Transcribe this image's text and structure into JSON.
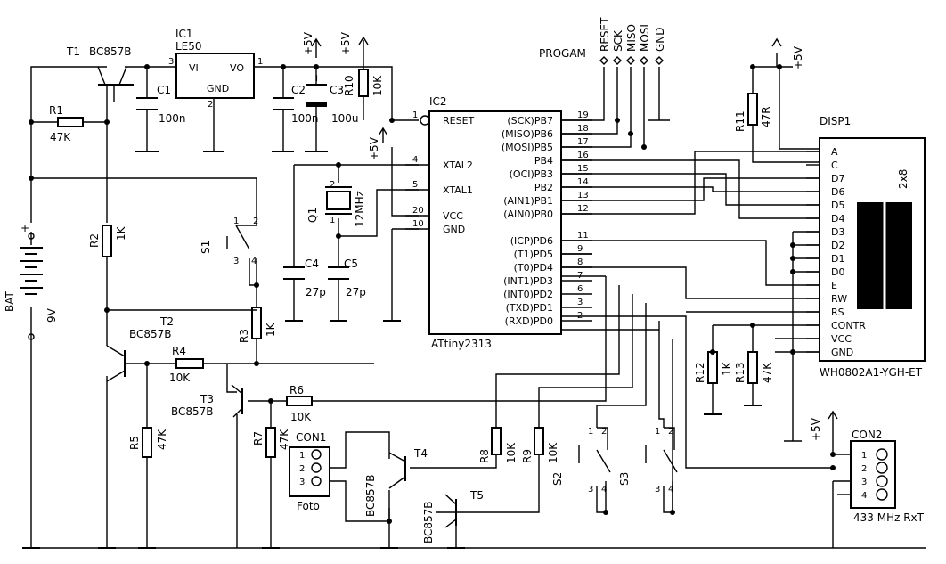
{
  "components": {
    "t1": {
      "ref": "T1",
      "part": "BC857B"
    },
    "ic1": {
      "ref": "IC1",
      "part": "LE50",
      "vi": "VI",
      "vo": "VO",
      "gnd": "GND",
      "p1": "1",
      "p2": "2",
      "p3": "3"
    },
    "c1": {
      "ref": "C1",
      "value": "100n"
    },
    "c2": {
      "ref": "C2",
      "value": "100n"
    },
    "c3": {
      "ref": "C3",
      "value": "100u",
      "plus": "+"
    },
    "r10": {
      "ref": "R10",
      "value": "10K"
    },
    "r1": {
      "ref": "R1",
      "value": "47K"
    },
    "r2": {
      "ref": "R2",
      "value": "1K"
    },
    "r3": {
      "ref": "R3",
      "value": "1K"
    },
    "r4": {
      "ref": "R4",
      "value": "10K"
    },
    "r5": {
      "ref": "R5",
      "value": "47K"
    },
    "r6": {
      "ref": "R6",
      "value": "10K"
    },
    "r7": {
      "ref": "R7",
      "value": "47K"
    },
    "r8": {
      "ref": "R8",
      "value": "10K"
    },
    "r9": {
      "ref": "R9",
      "value": "10K"
    },
    "r11": {
      "ref": "R11",
      "value": "47R"
    },
    "r12": {
      "ref": "R12",
      "value": "1K"
    },
    "r13": {
      "ref": "R13",
      "value": "47K"
    },
    "t2": {
      "ref": "T2",
      "part": "BC857B"
    },
    "t3": {
      "ref": "T3",
      "part": "BC857B"
    },
    "t4": {
      "ref": "T4",
      "part": "BC857B"
    },
    "t5": {
      "ref": "T5",
      "part": "BC857B"
    },
    "bat": {
      "ref": "BAT",
      "value": "9V",
      "plus": "+"
    },
    "s1": {
      "ref": "S1",
      "p1": "1",
      "p2": "2",
      "p3": "3",
      "p4": "4"
    },
    "s2": {
      "ref": "S2",
      "p1": "1",
      "p2": "2",
      "p3": "3",
      "p4": "4"
    },
    "s3": {
      "ref": "S3",
      "p1": "1",
      "p2": "2",
      "p3": "3",
      "p4": "4"
    },
    "q1": {
      "ref": "Q1",
      "value": "12MHz",
      "p1": "1",
      "p2": "2"
    },
    "c4": {
      "ref": "C4",
      "value": "27p"
    },
    "c5": {
      "ref": "C5",
      "value": "27p"
    },
    "con1": {
      "ref": "CON1",
      "label": "Foto",
      "pins": [
        "1",
        "2",
        "3"
      ]
    },
    "con2": {
      "ref": "CON2",
      "label": "433 MHz RxT",
      "pins": [
        "1",
        "2",
        "3",
        "4"
      ]
    }
  },
  "ic2": {
    "ref": "IC2",
    "part": "ATtiny2313",
    "left_pins": [
      {
        "num": "1",
        "name": "RESET"
      },
      {
        "num": "4",
        "name": "XTAL2"
      },
      {
        "num": "5",
        "name": "XTAL1"
      },
      {
        "num": "20",
        "name": "VCC"
      },
      {
        "num": "10",
        "name": "GND"
      }
    ],
    "right_pins": [
      {
        "num": "19",
        "name": "(SCK)PB7"
      },
      {
        "num": "18",
        "name": "(MISO)PB6"
      },
      {
        "num": "17",
        "name": "(MOSI)PB5"
      },
      {
        "num": "16",
        "name": "PB4"
      },
      {
        "num": "15",
        "name": "(OCI)PB3"
      },
      {
        "num": "14",
        "name": "PB2"
      },
      {
        "num": "13",
        "name": "(AIN1)PB1"
      },
      {
        "num": "12",
        "name": "(AIN0)PB0"
      },
      {
        "num": "11",
        "name": "(ICP)PD6"
      },
      {
        "num": "9",
        "name": "(T1)PD5"
      },
      {
        "num": "8",
        "name": "(T0)PD4"
      },
      {
        "num": "7",
        "name": "(INT1)PD3"
      },
      {
        "num": "6",
        "name": "(INT0)PD2"
      },
      {
        "num": "3",
        "name": "(TXD)PD1"
      },
      {
        "num": "2",
        "name": "(RXD)PD0"
      }
    ]
  },
  "program_header": {
    "label": "PROGAM",
    "pins": [
      "RESET",
      "SCK",
      "MISO",
      "MOSI",
      "GND"
    ]
  },
  "display": {
    "ref": "DISP1",
    "part": "WH0802A1-YGH-ET",
    "size": "2x8",
    "pins": [
      "A",
      "C",
      "D7",
      "D6",
      "D5",
      "D4",
      "D3",
      "D2",
      "D1",
      "D0",
      "E",
      "RW",
      "RS",
      "CONTR",
      "VCC",
      "GND"
    ]
  },
  "supply_labels": [
    "+5V",
    "+5V",
    "+5V",
    "+5V",
    "+5V"
  ]
}
